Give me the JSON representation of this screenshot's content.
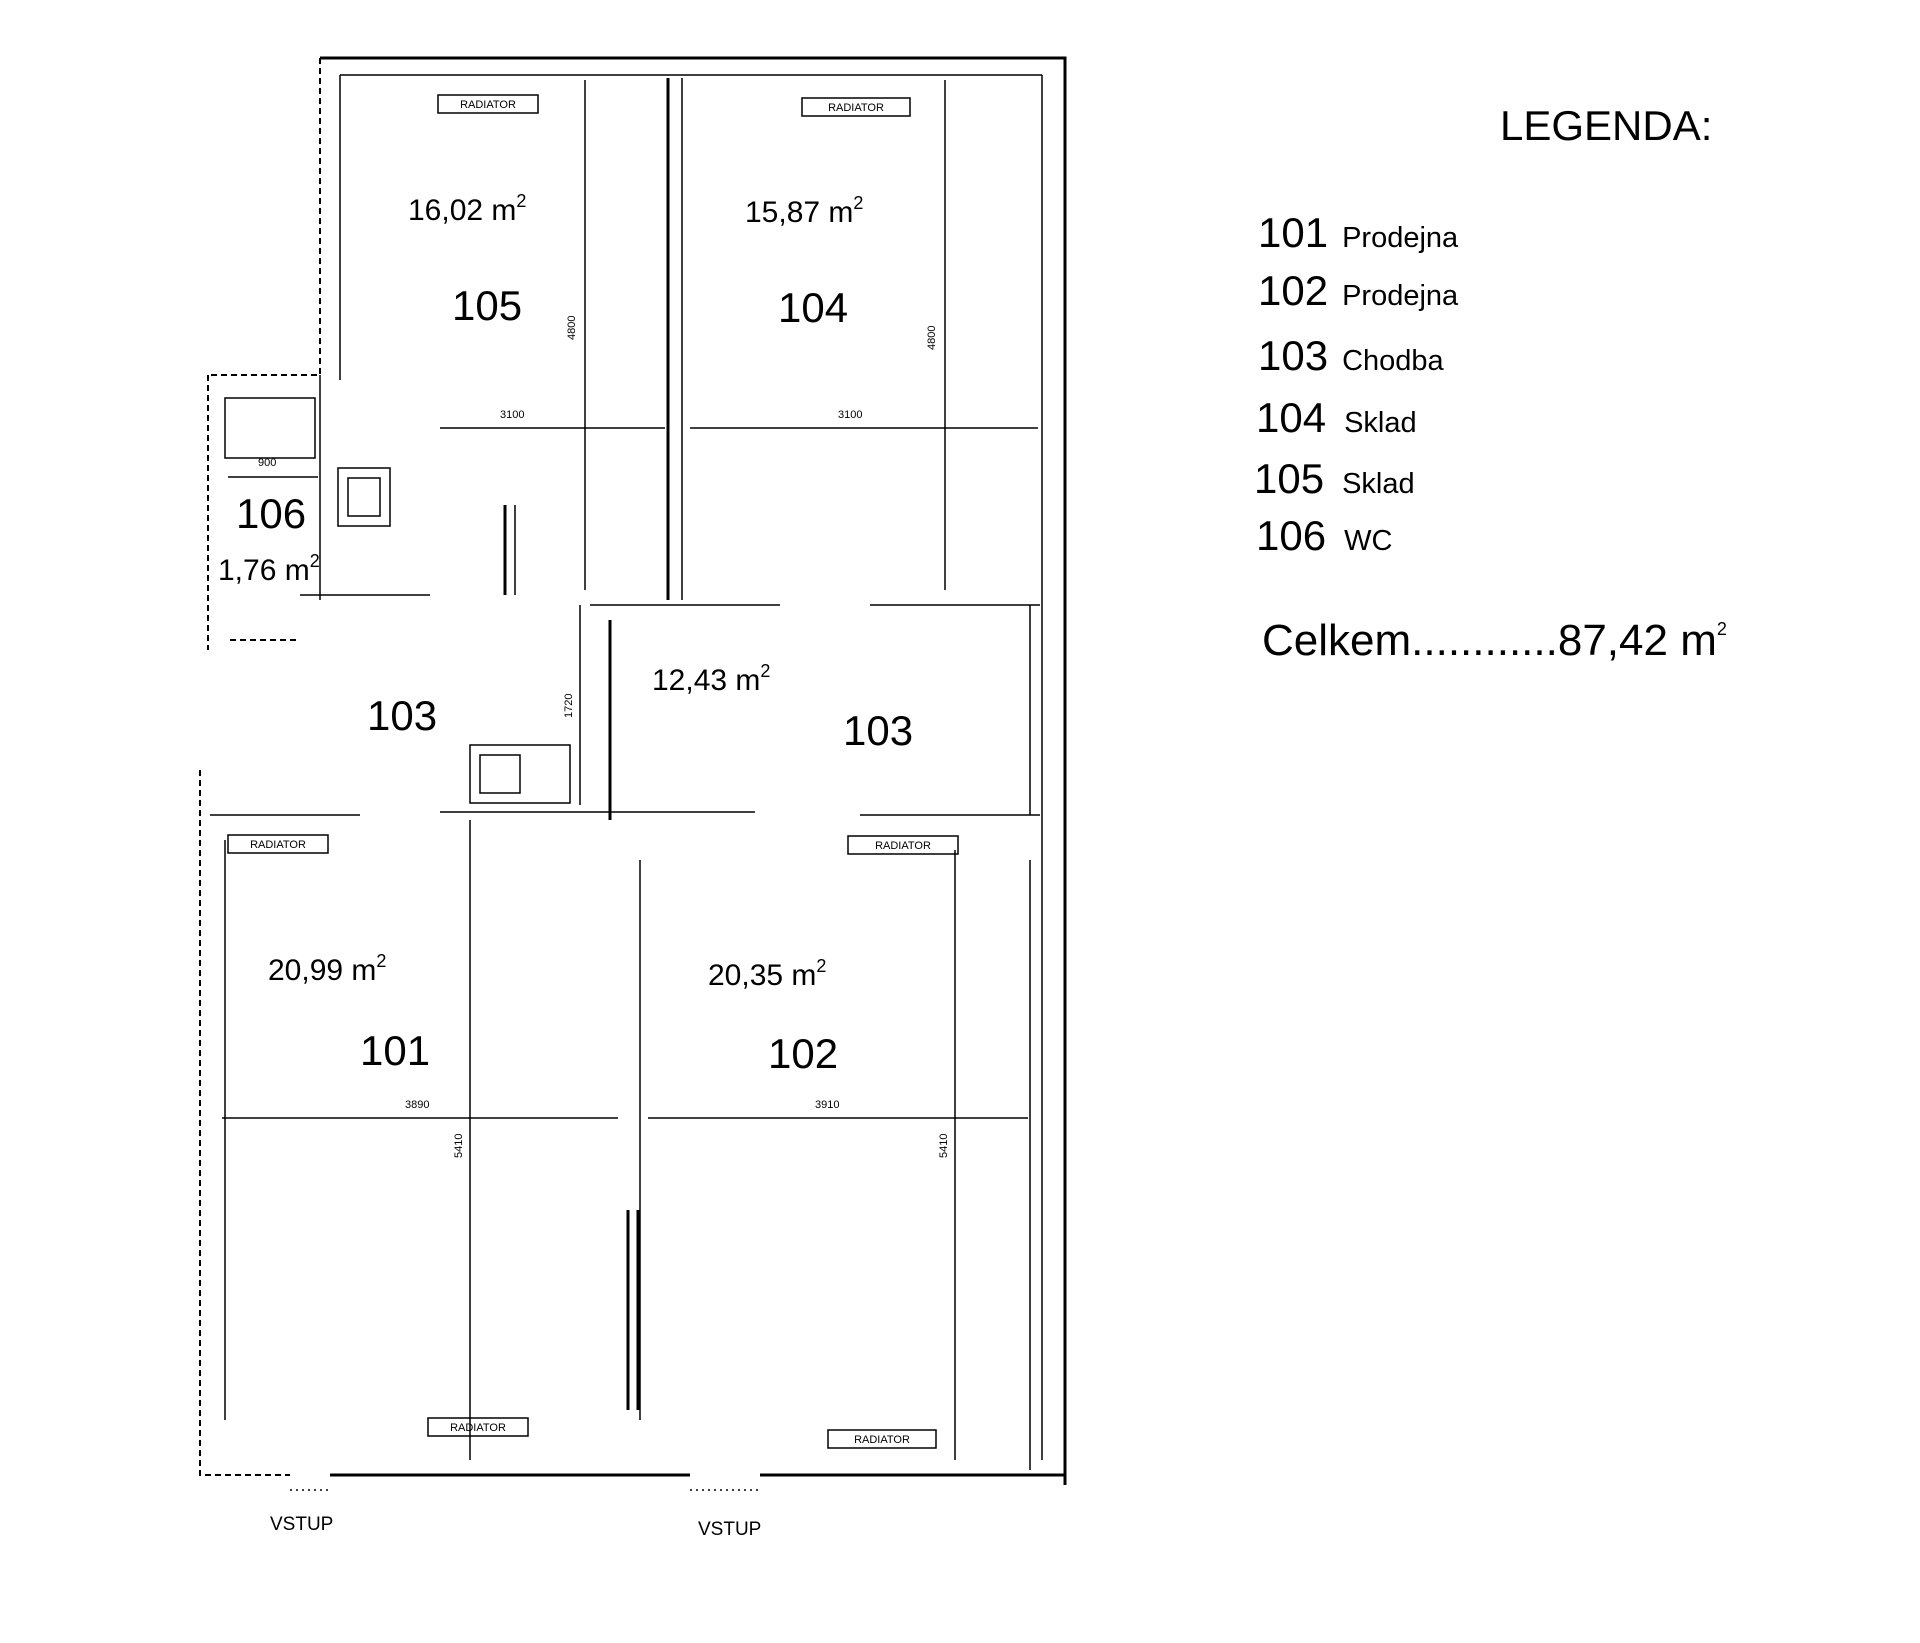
{
  "legend": {
    "title": "LEGENDA:",
    "items": [
      {
        "num": "101",
        "name": "Prodejna"
      },
      {
        "num": "102",
        "name": "Prodejna"
      },
      {
        "num": "103",
        "name": "Chodba"
      },
      {
        "num": "104",
        "name": "Sklad"
      },
      {
        "num": "105",
        "name": "Sklad"
      },
      {
        "num": "106",
        "name": "WC"
      }
    ],
    "total_label": "Celkem",
    "total_dots": "............",
    "total_value": "87,42 m",
    "total_sup": "2"
  },
  "rooms": {
    "r105": {
      "num": "105",
      "area": "16,02 m",
      "sup": "2"
    },
    "r104": {
      "num": "104",
      "area": "15,87 m",
      "sup": "2"
    },
    "r106": {
      "num": "106",
      "area": "1,76 m",
      "sup": "2"
    },
    "r103a": {
      "num": "103"
    },
    "r103b": {
      "num": "103"
    },
    "r103area": {
      "area": "12,43 m",
      "sup": "2"
    },
    "r101": {
      "num": "101",
      "area": "20,99 m",
      "sup": "2"
    },
    "r102": {
      "num": "102",
      "area": "20,35 m",
      "sup": "2"
    }
  },
  "dimensions": {
    "d105w": "3100",
    "d105h": "4800",
    "d104w": "3100",
    "d104h": "4800",
    "d106w": "900",
    "d103h": "1720",
    "d101w": "3890",
    "d101h": "5410",
    "d102w": "3910",
    "d102h": "5410"
  },
  "radiator_label": "RADIATOR",
  "entry_label": "VSTUP"
}
